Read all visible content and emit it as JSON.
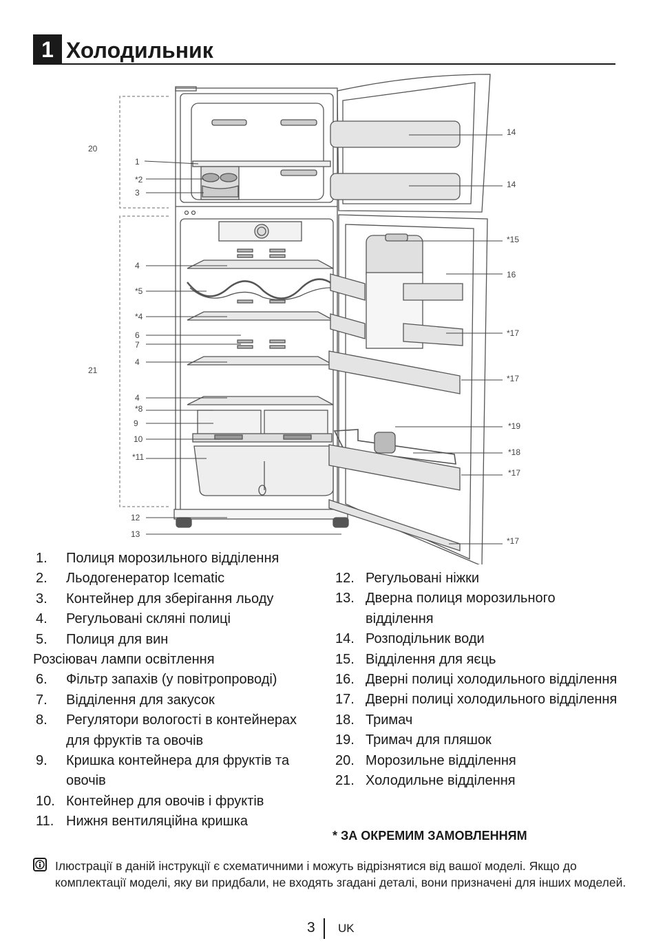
{
  "header": {
    "number": "1",
    "title": "Холодильник"
  },
  "diagram": {
    "labels": {
      "l20": "20",
      "l1": "1",
      "l2": "*2",
      "l3": "3",
      "l4a": "4",
      "l5": "*5",
      "l4b": "*4",
      "l6": "6",
      "l7": "7",
      "l4c": "4",
      "l21": "21",
      "l4d": "4",
      "l8": "*8",
      "l9": "9",
      "l10": "10",
      "l11": "*11",
      "l12": "12",
      "l13": "13",
      "r14a": "14",
      "r14b": "14",
      "r15": "*15",
      "r16": "16",
      "r17a": "*17",
      "r17b": "*17",
      "r19": "*19",
      "r18": "*18",
      "r17c": "*17",
      "r17d": "*17"
    }
  },
  "left_list": [
    {
      "num": "1.",
      "text": "Полиця морозильного відділення"
    },
    {
      "num": "2.",
      "text": "Льодогенератор Icematic"
    },
    {
      "num": "3.",
      "text": "Контейнер для зберігання льоду"
    },
    {
      "num": "4.",
      "text": "Регульовані скляні полиці"
    },
    {
      "num": "5.",
      "text": "Полиця для вин"
    },
    {
      "num": "",
      "text": "Розсіювач лампи освітлення"
    },
    {
      "num": "6.",
      "text": "Фільтр запахів (у повітропроводі)"
    },
    {
      "num": "7.",
      "text": "Відділення для закусок"
    },
    {
      "num": "8.",
      "text": "Регулятори вологості в контейнерах для фруктів та овочів"
    },
    {
      "num": "9.",
      "text": "Кришка контейнера для фруктів та овочів"
    },
    {
      "num": "10.",
      "text": "Контейнер для овочів і фруктів"
    },
    {
      "num": "11.",
      "text": "Нижня вентиляційна кришка"
    }
  ],
  "right_list": [
    {
      "num": "12.",
      "text": "Регульовані ніжки"
    },
    {
      "num": "13.",
      "text": "Дверна полиця морозильного відділення"
    },
    {
      "num": "14.",
      "text": "Розподільник води"
    },
    {
      "num": "15.",
      "text": "Відділення для яєць"
    },
    {
      "num": "16.",
      "text": "Дверні полиці холодильного відділення"
    },
    {
      "num": "17.",
      "text": "Дверні полиці холодильного відділення"
    },
    {
      "num": "18.",
      "text": "Тримач"
    },
    {
      "num": "19.",
      "text": "Тримач для пляшок"
    },
    {
      "num": "20.",
      "text": "Морозильне відділення"
    },
    {
      "num": "21.",
      "text": "Холодильне відділення"
    }
  ],
  "footnote": "* ЗА ОКРЕМИМ ЗАМОВЛЕННЯМ",
  "note": "Ілюстрації в даній інструкції є схематичними і можуть відрізнятися від вашої моделі. Якщо до комплектації моделі, яку ви придбали, не входять згадані деталі, вони призначені для інших моделей.",
  "footer": {
    "page": "3",
    "lang": "UK"
  }
}
